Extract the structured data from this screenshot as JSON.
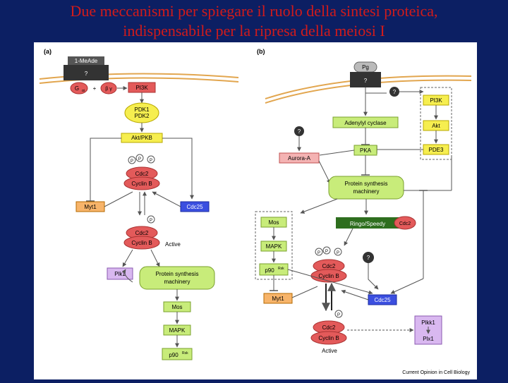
{
  "title": {
    "line1": "Due meccanismi per spiegare il ruolo della sintesi proteica,",
    "line2": "indispensabile per la ripresa della meiosi I"
  },
  "panel_a": {
    "label": "(a)",
    "receptor": "1-MeAde",
    "receptor_q": "?",
    "g_alpha": "G",
    "g_alpha_sub": "αi",
    "plus": "+",
    "g_beta": "β γ",
    "pi3k": "PI3K",
    "pdk1": "PDK1",
    "pdk2": "PDK2",
    "akt": "Akt/PKB",
    "p1": "P",
    "p2": "P",
    "p3": "P",
    "cdc2": "Cdc2",
    "cyclinb": "Cyclin B",
    "myt1": "Myt1",
    "cdc25": "Cdc25",
    "p_active": "P",
    "cdc2_active": "Cdc2",
    "cyclinb_active": "Cyclin B",
    "active": "Active",
    "plk1": "Plk1",
    "psm1": "Protein synthesis",
    "psm2": "machinery",
    "mos": "Mos",
    "mapk": "MAPK",
    "p90": "p90",
    "p90_sup": "Rsk"
  },
  "panel_b": {
    "label": "(b)",
    "receptor": "Pg",
    "receptor_q": "?",
    "q_pi3k": "?",
    "pi3k": "PI3K",
    "akt": "Akt",
    "pde3": "PDE3",
    "adenylyl": "Adenylyl cyclase",
    "q_aurora": "?",
    "aurora": "Aurora-A",
    "pka": "PKA",
    "psm1": "Protein synthesis",
    "psm2": "machinery",
    "mos": "Mos",
    "mapk": "MAPK",
    "p90": "p90",
    "p90_sup": "Rsk",
    "ringo": "Ringo/Speedy",
    "ringo_cdc2": "Cdc2",
    "q_cdc25": "?",
    "p1": "P",
    "p2": "P",
    "p3": "P",
    "cdc2": "Cdc2",
    "cyclinb": "Cyclin B",
    "myt1": "Myt1",
    "cdc25": "Cdc25",
    "p_active": "P",
    "cdc2_active": "Cdc2",
    "cyclinb_active": "Cyclin B",
    "active": "Active",
    "plkk1": "Plkk1",
    "plx1": "Plx1"
  },
  "credit": "Current Opinion in Cell Biology",
  "colors": {
    "background": "#0c1f63",
    "title": "#d11b1b",
    "membrane": "#e2a64f",
    "red_node": "#e35a5a",
    "yellow_node": "#f6ee4f",
    "green_node": "#c8ec7a",
    "orange_node": "#f7b46a",
    "blue_node": "#3b4fe0",
    "purple_node": "#d9b8f0",
    "pink_node": "#f4b3b3",
    "dark_green": "#2e6e1e"
  }
}
